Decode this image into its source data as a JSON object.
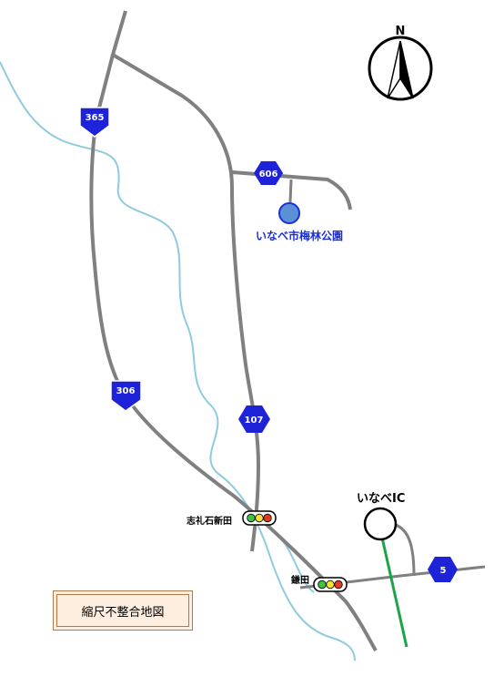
{
  "map": {
    "north_label": "N",
    "routes": {
      "national_365": "365",
      "national_306": "306",
      "prefectural_606": "606",
      "prefectural_107": "107",
      "prefectural_5": "5"
    },
    "places": {
      "park": "いなべ市梅林公園",
      "interchange": "いなべIC",
      "signal_shirei": "志礼石新田",
      "signal_kamata": "鎌田"
    },
    "note": "縮尺不整合地図"
  }
}
